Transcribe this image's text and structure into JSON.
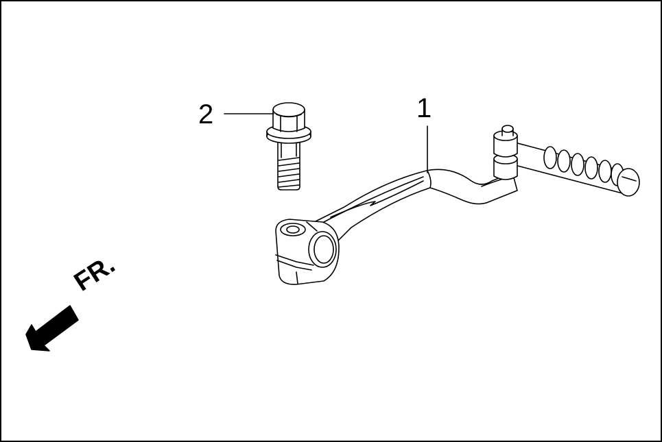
{
  "diagram": {
    "callouts": [
      {
        "id": "1",
        "label": "1"
      },
      {
        "id": "2",
        "label": "2"
      }
    ],
    "front_indicator": {
      "label": "FR.",
      "icon": "front-direction-arrow-icon"
    },
    "colors": {
      "line": "#000000",
      "fill": "#ffffff"
    }
  }
}
